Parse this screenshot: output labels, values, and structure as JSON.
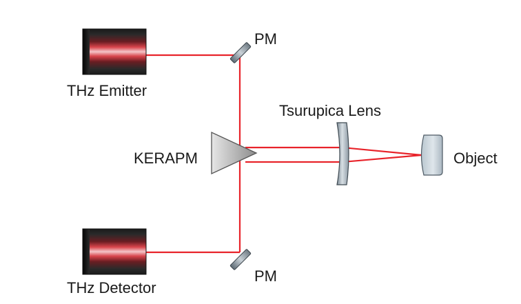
{
  "labels": {
    "emitter": "THz Emitter",
    "detector": "THz Detector",
    "pm_top": "PM",
    "pm_bottom": "PM",
    "kerapm": "KERAPM",
    "lens": "Tsurupica Lens",
    "object": "Object"
  },
  "colors": {
    "beam": "#e8232a",
    "background": "#ffffff"
  },
  "icons": {
    "emitter": "thz-emitter-device-icon",
    "detector": "thz-detector-device-icon",
    "pm_top": "parabolic-mirror-icon",
    "pm_bottom": "parabolic-mirror-icon",
    "kerapm": "prism-icon",
    "lens": "lens-icon",
    "object": "object-icon"
  }
}
